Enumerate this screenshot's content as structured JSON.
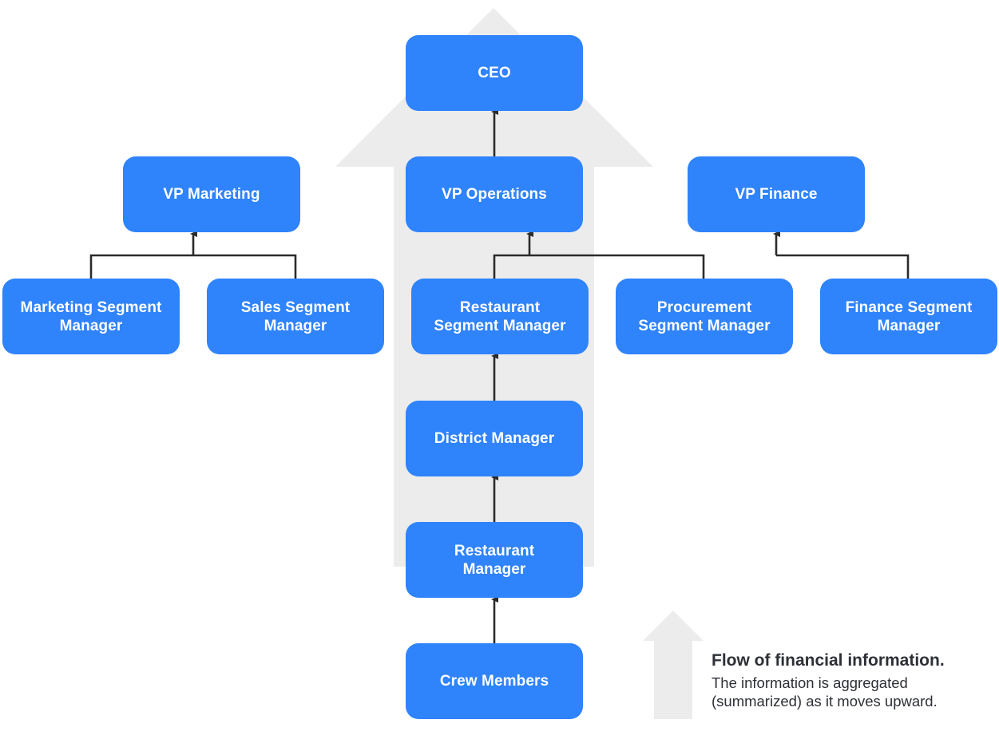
{
  "nodes": {
    "ceo": "CEO",
    "vp_marketing": "VP Marketing",
    "vp_operations": "VP Operations",
    "vp_finance": "VP Finance",
    "marketing_segment_manager": "Marketing Segment\nManager",
    "sales_segment_manager": "Sales Segment\nManager",
    "restaurant_segment_manager": "Restaurant\nSegment Manager",
    "procurement_segment_manager": "Procurement\nSegment Manager",
    "finance_segment_manager": "Finance Segment\nManager",
    "district_manager": "District Manager",
    "restaurant_manager": "Restaurant\nManager",
    "crew_members": "Crew Members"
  },
  "legend": {
    "title": "Flow of financial information.",
    "description": "The information is aggregated (summarized) as it moves upward."
  },
  "colors": {
    "node_fill": "#2f83fb",
    "node_text": "#ffffff",
    "connector": "#2b2b2b",
    "flow_arrow": "#ececec",
    "legend_text": "#2d3036"
  }
}
